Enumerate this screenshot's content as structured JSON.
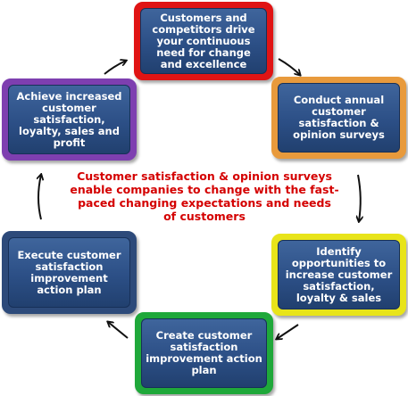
{
  "nodes": [
    {
      "text": "Customers and competitors drive your continuous need for change and excellence",
      "frame_color": "#e01414"
    },
    {
      "text": "Conduct annual customer satisfaction & opinion surveys",
      "frame_color": "#e89a3c"
    },
    {
      "text": "Identify opportunities to increase customer satisfaction, loyalty & sales",
      "frame_color": "#e8e41a"
    },
    {
      "text": "Create customer satisfaction improvement action plan",
      "frame_color": "#1fa83a"
    },
    {
      "text": "Execute customer satisfaction improvement action plan",
      "frame_color": "#2d4a7a"
    },
    {
      "text": "Achieve increased customer satisfaction, loyalty, sales and profit",
      "frame_color": "#7e3fb0"
    }
  ],
  "center_text": "Customer satisfaction & opinion surveys enable companies to change with the fast-paced changing expectations and needs of customers"
}
